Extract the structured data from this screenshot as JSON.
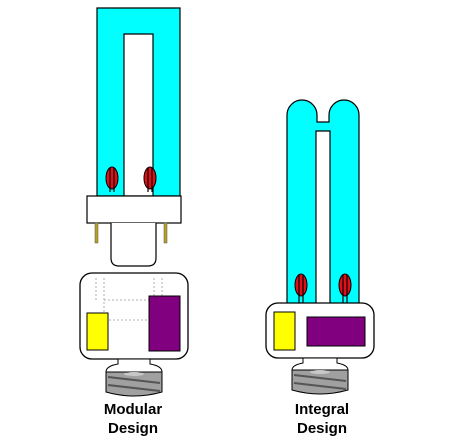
{
  "colors": {
    "tube": "#00ffff",
    "electrode": "#e0101a",
    "ballast_yellow": "#ffff00",
    "ballast_purple": "#800080",
    "base_gray": "#a0a0a0",
    "pin_gold": "#b8a020"
  },
  "captions": {
    "modular_line1": "Modular",
    "modular_line2": "Design",
    "integral_line1": "Integral",
    "integral_line2": "Design"
  }
}
